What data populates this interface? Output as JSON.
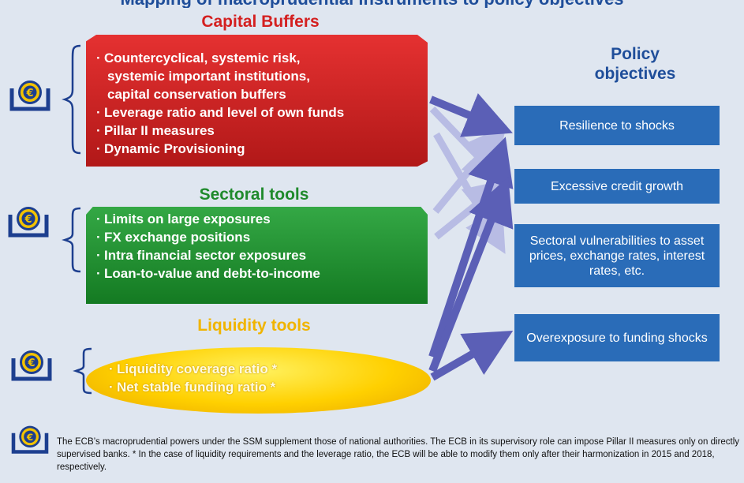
{
  "header": {
    "partial_title": "Mapping of macroprudential instruments to policy objectives"
  },
  "capital_buffers": {
    "title": "Capital Buffers",
    "items": [
      "Countercyclical, systemic risk,",
      "systemic important institutions,",
      "capital conservation buffers",
      "Leverage ratio and level of own funds",
      "Pillar II measures",
      "Dynamic Provisioning"
    ]
  },
  "sectoral_tools": {
    "title": "Sectoral tools",
    "items": [
      "Limits on large exposures",
      "FX exchange positions",
      "Intra financial sector exposures",
      "Loan-to-value and debt-to-income"
    ]
  },
  "liquidity_tools": {
    "title": "Liquidity tools",
    "items": [
      "Liquidity coverage ratio *",
      "Net stable funding ratio *"
    ]
  },
  "policy_objectives": {
    "title_line1": "Policy",
    "title_line2": "objectives",
    "items": [
      "Resilience to shocks",
      "Excessive credit growth",
      "Sectoral vulnerabilities to asset prices, exchange rates, interest rates, etc.",
      "Overexposure to funding shocks"
    ]
  },
  "footnote": "The ECB’s macroprudential powers under the SSM supplement those of national authorities. The ECB in its supervisory role can impose Pillar II measures only on directly supervised banks. * In the case of liquidity requirements and the leverage ratio, the ECB will be able to modify them only after their harmonization in 2015 and 2018, respectively.",
  "colors": {
    "red": "#d42020",
    "green": "#1f8a2c",
    "yellow": "#ffd000",
    "blue": "#2a6cb8",
    "arrow_dark": "#5b5fb6",
    "arrow_light": "#b8bce4"
  },
  "icons": [
    "ecb-euro-icon",
    "brace-icon",
    "arrow-icon"
  ]
}
